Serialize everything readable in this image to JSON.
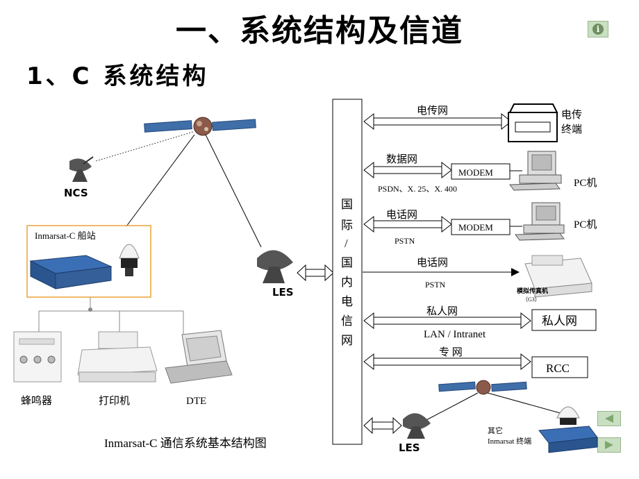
{
  "header": {
    "title": "一、系统结构及信道",
    "subtitle": "1、C 系统结构"
  },
  "diagram": {
    "ncs_label": "NCS",
    "les_label": "LES",
    "les2_label": "LES",
    "ship_station_label": "Inmarsat-C 船站",
    "peripherals": [
      "蜂鸣器",
      "打印机",
      "DTE"
    ],
    "caption": "Inmarsat-C 通信系统基本结构图",
    "network_box_chars": [
      "国",
      "际",
      "/",
      "国",
      "内",
      "电",
      "信",
      "网"
    ],
    "telex_net": "电传网",
    "telex_terminal": [
      "电传",
      "终端"
    ],
    "data_net": "数据网",
    "modem1": "MODEM",
    "psdn_label": "PSDN、X. 25、X. 400",
    "pc1": "PC机",
    "phone_net1": "电话网",
    "modem2": "MODEM",
    "pstn1": "PSTN",
    "pc2": "PC机",
    "phone_net2": "电话网",
    "pstn2": "PSTN",
    "fax_label": [
      "模拟传真机",
      "（G3）"
    ],
    "private_net": "私人网",
    "lan_label": "LAN / Intranet",
    "private_box": "私人网",
    "dedicated_net": "专 网",
    "rcc_box": "RCC",
    "other_terminal": [
      "其它",
      "Inmarsat 终端"
    ]
  },
  "colors": {
    "accent_orange": "#e8a33a",
    "nav_green": "#c9dfc1"
  }
}
